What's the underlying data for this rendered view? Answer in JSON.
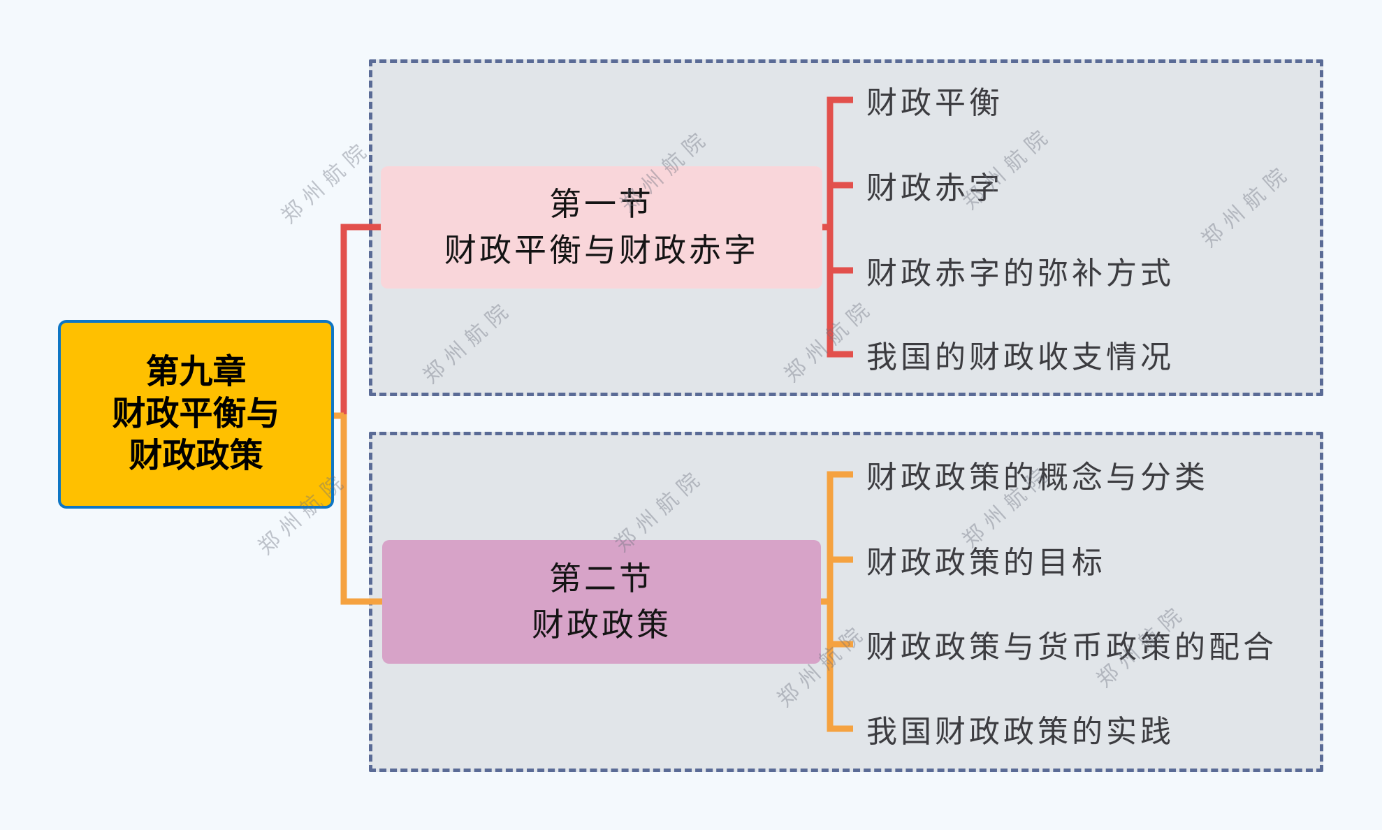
{
  "page": {
    "background": "#F4F9FD"
  },
  "root_node": {
    "lines": [
      "第九章",
      "财政平衡与",
      "财政政策"
    ],
    "fill": "#FFC000",
    "border_color": "#0E76C4"
  },
  "sections": [
    {
      "title_lines": [
        "第一节",
        "财政平衡与财政赤字"
      ],
      "node_fill": "#F9D6DA",
      "branch_color": "#E2504C",
      "items": [
        "财政平衡",
        "财政赤字",
        "财政赤字的弥补方式",
        "我国的财政收支情况"
      ]
    },
    {
      "title_lines": [
        "第二节",
        "财政政策"
      ],
      "node_fill": "#D7A3C8",
      "branch_color": "#F5A240",
      "items": [
        "财政政策的概念与分类",
        "财政政策的目标",
        "财政政策与货币政策的配合",
        "我国财政政策的实践"
      ]
    }
  ],
  "watermark_text": "郑州航院",
  "colors": {
    "panel_fill": "#E1E5E9",
    "panel_border": "#5A6B96",
    "item_text": "#3C3C40",
    "root_text": "#000000",
    "section_text": "#141414"
  }
}
